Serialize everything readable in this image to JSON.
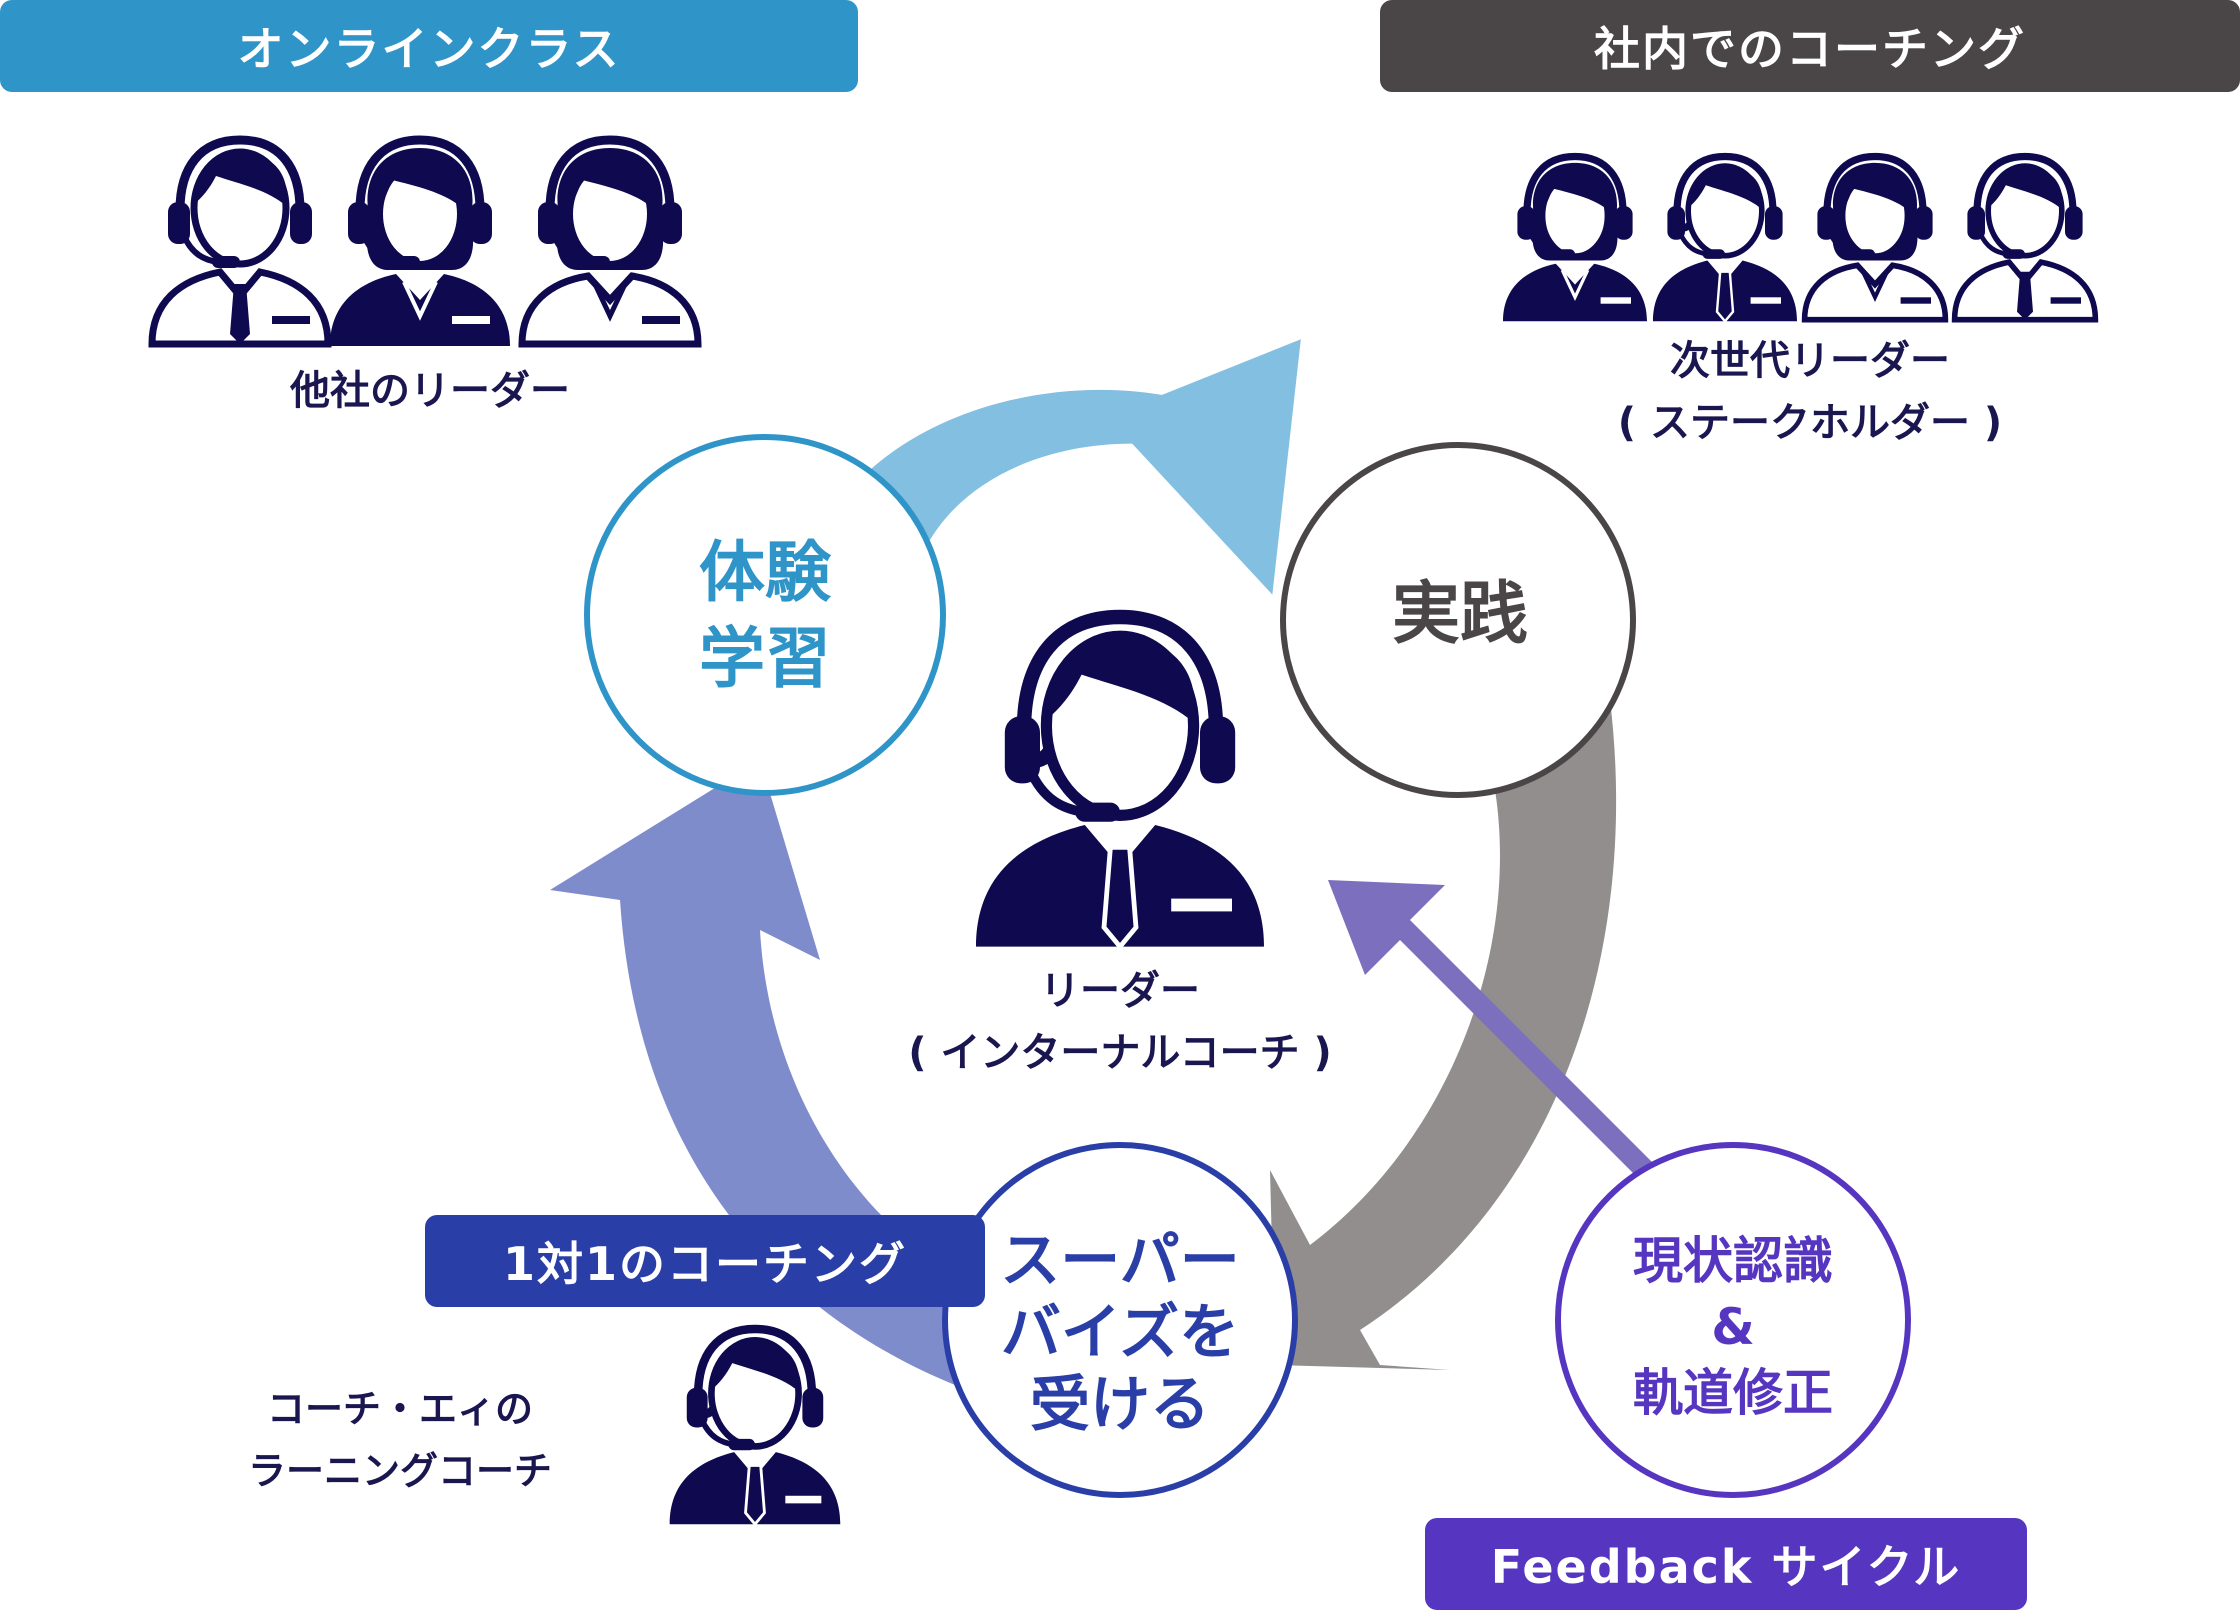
{
  "colors": {
    "navy": "#0f0a4f",
    "blue": "#2f95c9",
    "light_blue": "#82bfe0",
    "dark_gray": "#4a4546",
    "gray": "#918e8d",
    "periwinkle": "#7f8ccc",
    "indigo": "#2a3ea8",
    "purple": "#7c6fbd",
    "violet": "#5636c0"
  },
  "headers": {
    "online_class": "オンラインクラス",
    "internal_coaching": "社内でのコーチング",
    "one_on_one": "1対1のコーチング",
    "feedback_cycle": "Feedback サイクル"
  },
  "groups": {
    "other_leaders": "他社のリーダー",
    "next_gen_line1": "次世代リーダー",
    "next_gen_line2": "( ステークホルダー )",
    "center_line1": "リーダー",
    "center_line2": "( インターナルコーチ )",
    "coach_line1": "コーチ・エィの",
    "coach_line2": "ラーニングコーチ"
  },
  "nodes": {
    "experiential_1": "体験",
    "experiential_2": "学習",
    "practice": "実践",
    "supervision_1": "スーパー",
    "supervision_2": "バイズを",
    "supervision_3": "受ける",
    "awareness_1": "現状認識",
    "awareness_2": "&",
    "awareness_3": "軌道修正"
  },
  "icons": {
    "person": "headset-person-icon",
    "arrow": "cycle-arrow"
  }
}
